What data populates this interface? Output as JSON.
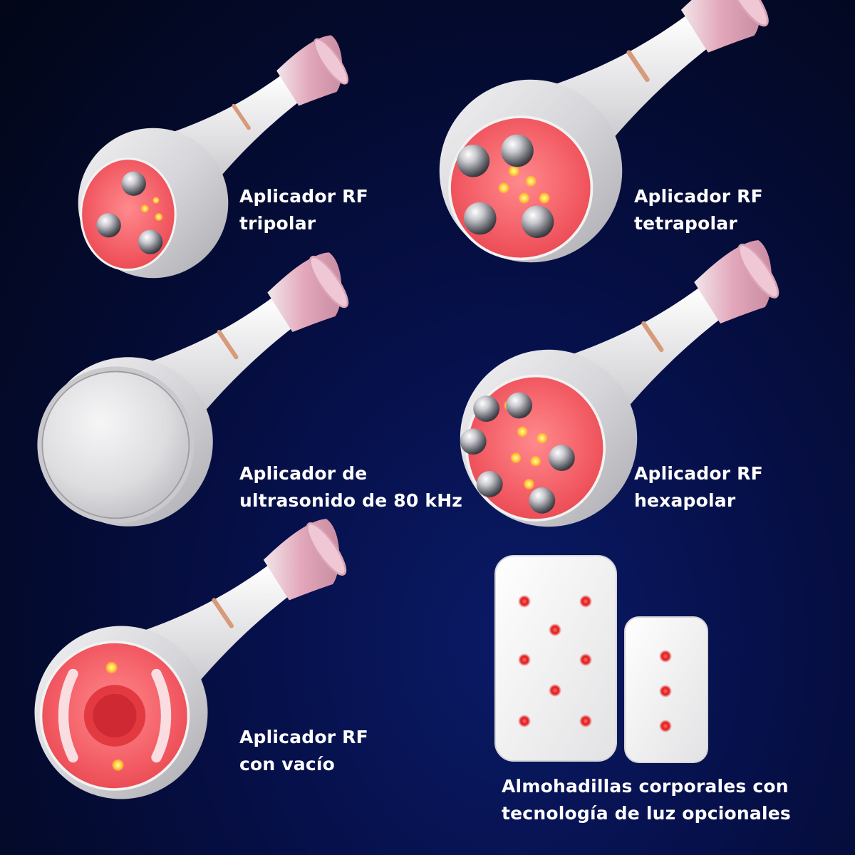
{
  "products": [
    {
      "id": "tripolar",
      "line1": "Aplicador RF",
      "line2": "tripolar"
    },
    {
      "id": "tetrapolar",
      "line1": "Aplicador RF",
      "line2": "tetrapolar"
    },
    {
      "id": "ultrasound",
      "line1": "Aplicador de",
      "line2": "ultrasonido de 80 kHz"
    },
    {
      "id": "hexapolar",
      "line1": "Aplicador RF",
      "line2": "hexapolar"
    },
    {
      "id": "vacuum",
      "line1": "Aplicador RF",
      "line2": "con vacío"
    },
    {
      "id": "pads",
      "line1": "Almohadillas corporales con",
      "line2": "tecnología de luz opcionales"
    }
  ],
  "colors": {
    "background": "#040a2c",
    "body_silver": "#dcdcdf",
    "red_face": "#f0606a",
    "rose_cap": "#e8b4c4",
    "led_yellow": "#ffd63a",
    "led_red": "#e01818",
    "pad_white": "#f4f4f4",
    "text": "#ffffff"
  }
}
